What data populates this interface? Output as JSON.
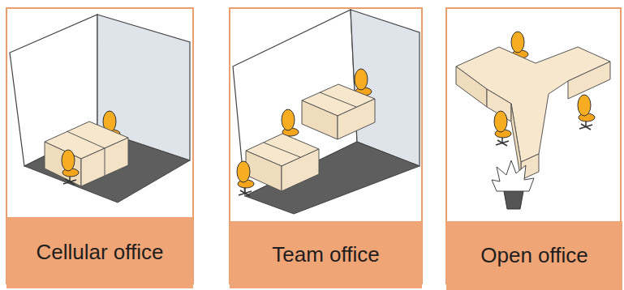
{
  "diagram": {
    "nodes": [
      {
        "text": [
          "Cellular office"
        ]
      },
      {
        "text": [
          "Team office"
        ]
      },
      {
        "text": [
          "Open office"
        ]
      }
    ]
  }
}
